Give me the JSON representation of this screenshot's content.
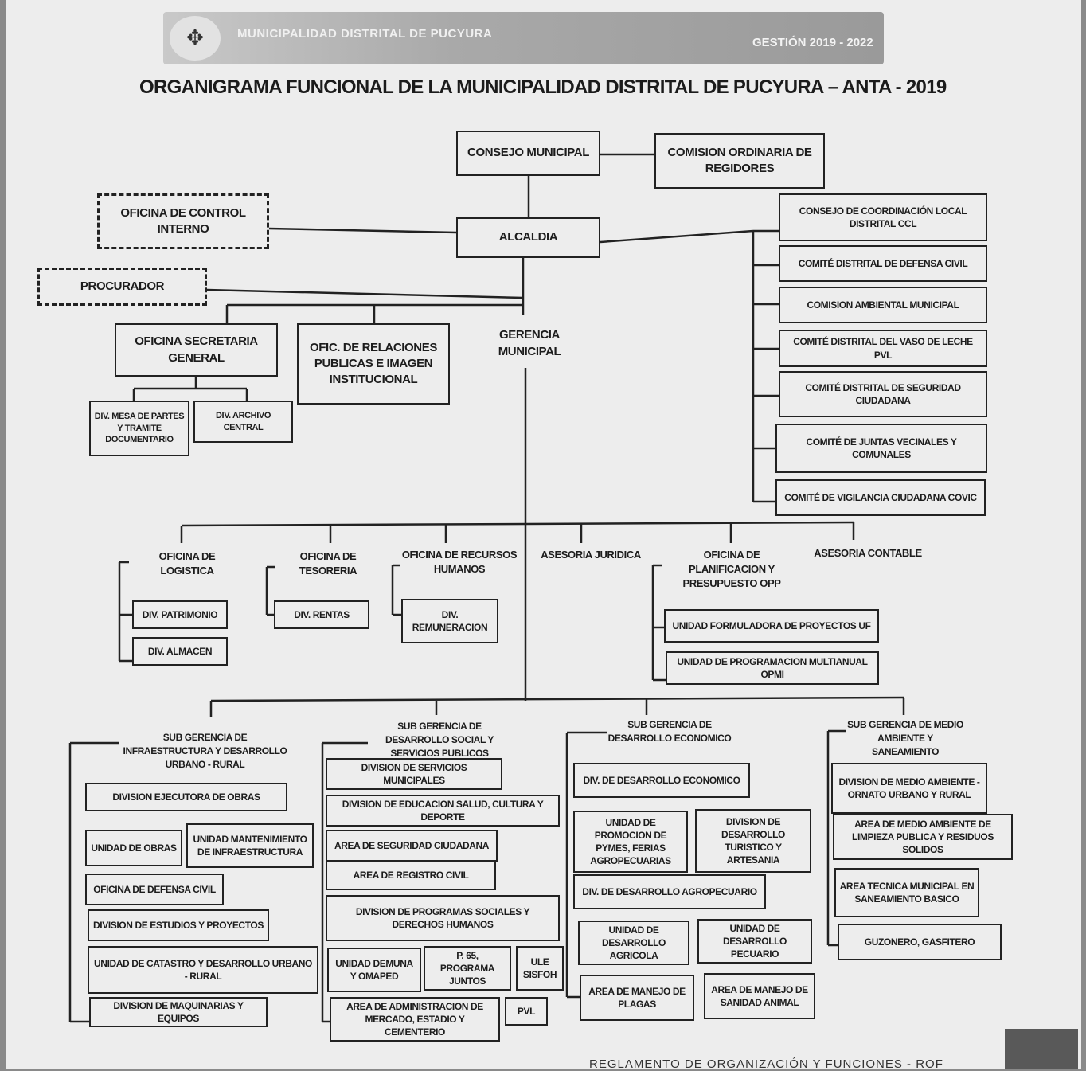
{
  "header": {
    "banner_left": "MUNICIPALIDAD DISTRITAL DE PUCYURA",
    "banner_right": "GESTIÓN 2019 - 2022",
    "title": "ORGANIGRAMA FUNCIONAL DE LA MUNICIPALIDAD DISTRITAL DE PUCYURA – ANTA - 2019"
  },
  "top": {
    "consejo": "CONSEJO MUNICIPAL",
    "comision": "COMISION ORDINARIA DE REGIDORES",
    "alcaldia": "ALCALDIA",
    "control": "OFICINA DE CONTROL INTERNO",
    "procurador": "PROCURADOR",
    "secretaria": "OFICINA SECRETARIA GENERAL",
    "relaciones": "OFIC. DE RELACIONES PUBLICAS E IMAGEN INSTITUCIONAL",
    "gerencia": "GERENCIA MUNICIPAL",
    "div_mesa": "DIV. MESA DE PARTES Y TRAMITE DOCUMENTARIO",
    "div_archivo": "DIV. ARCHIVO CENTRAL"
  },
  "committees": [
    "CONSEJO DE COORDINACIÓN LOCAL DISTRITAL CCL",
    "COMITÉ DISTRITAL DE DEFENSA CIVIL",
    "COMISION AMBIENTAL MUNICIPAL",
    "COMITÉ DISTRITAL DEL VASO DE LECHE PVL",
    "COMITÉ DISTRITAL DE SEGURIDAD CIUDADANA",
    "COMITÉ DE JUNTAS VECINALES Y COMUNALES",
    "COMITÉ DE VIGILANCIA CIUDADANA COVIC"
  ],
  "middle": {
    "logistica": "OFICINA DE LOGISTICA",
    "tesoreria": "OFICINA DE TESORERIA",
    "rrhh": "OFICINA DE RECURSOS HUMANOS",
    "juridica": "ASESORIA JURIDICA",
    "planificacion": "OFICINA DE PLANIFICACION Y PRESUPUESTO OPP",
    "contable": "ASESORIA CONTABLE",
    "patrimonio": "DIV. PATRIMONIO",
    "almacen": "DIV. ALMACEN",
    "rentas": "DIV. RENTAS",
    "remuneracion": "DIV. REMUNERACION",
    "uf": "UNIDAD FORMULADORA DE PROYECTOS UF",
    "opmi": "UNIDAD DE PROGRAMACION MULTIANUAL OPMI"
  },
  "sub": {
    "infra": {
      "title": "SUB GERENCIA DE INFRAESTRUCTURA Y DESARROLLO URBANO - RURAL",
      "ejecutora": "DIVISION EJECUTORA DE OBRAS",
      "obras": "UNIDAD DE OBRAS",
      "mantenimiento": "UNIDAD MANTENIMIENTO DE INFRAESTRUCTURA",
      "defensa": "OFICINA DE DEFENSA CIVIL",
      "estudios": "DIVISION DE ESTUDIOS Y PROYECTOS",
      "catastro": "UNIDAD DE CATASTRO Y DESARROLLO URBANO - RURAL",
      "maquinarias": "DIVISION DE MAQUINARIAS Y EQUIPOS"
    },
    "social": {
      "title": "SUB GERENCIA DE DESARROLLO SOCIAL Y SERVICIOS PUBLICOS",
      "servicios": "DIVISION DE SERVICIOS MUNICIPALES",
      "educacion": "DIVISION DE EDUCACION SALUD, CULTURA Y DEPORTE",
      "seguridad": "AREA DE SEGURIDAD CIUDADANA",
      "registro": "AREA DE REGISTRO CIVIL",
      "programas": "DIVISION DE PROGRAMAS SOCIALES Y DERECHOS HUMANOS",
      "demuna": "UNIDAD DEMUNA Y OMAPED",
      "p65": "P. 65, PROGRAMA JUNTOS",
      "ule": "ULE SISFOH",
      "mercado": "AREA DE ADMINISTRACION DE MERCADO, ESTADIO Y CEMENTERIO",
      "pvl": "PVL"
    },
    "eco": {
      "title": "SUB GERENCIA DE DESARROLLO ECONOMICO",
      "div_eco": "DIV. DE DESARROLLO ECONOMICO",
      "pymes": "UNIDAD DE PROMOCION DE PYMES, FERIAS AGROPECUARIAS",
      "turistico": "DIVISION DE DESARROLLO TURISTICO Y ARTESANIA",
      "agropecuario": "DIV. DE DESARROLLO AGROPECUARIO",
      "agricola": "UNIDAD DE DESARROLLO AGRICOLA",
      "pecuario": "UNIDAD DE DESARROLLO PECUARIO",
      "plagas": "AREA DE MANEJO DE PLAGAS",
      "sanidad": "AREA DE MANEJO DE SANIDAD ANIMAL"
    },
    "medio": {
      "title": "SUB GERENCIA DE MEDIO AMBIENTE Y SANEAMIENTO",
      "division": "DIVISION DE MEDIO AMBIENTE - ORNATO URBANO Y RURAL",
      "limpieza": "AREA DE MEDIO AMBIENTE DE LIMPIEZA PUBLICA Y RESIDUOS SOLIDOS",
      "atm": "AREA TECNICA MUNICIPAL EN SANEAMIENTO BASICO",
      "gasfitero": "GUZONERO, GASFITERO"
    }
  },
  "footer": "REGLAMENTO DE ORGANIZACIÓN Y FUNCIONES - ROF"
}
